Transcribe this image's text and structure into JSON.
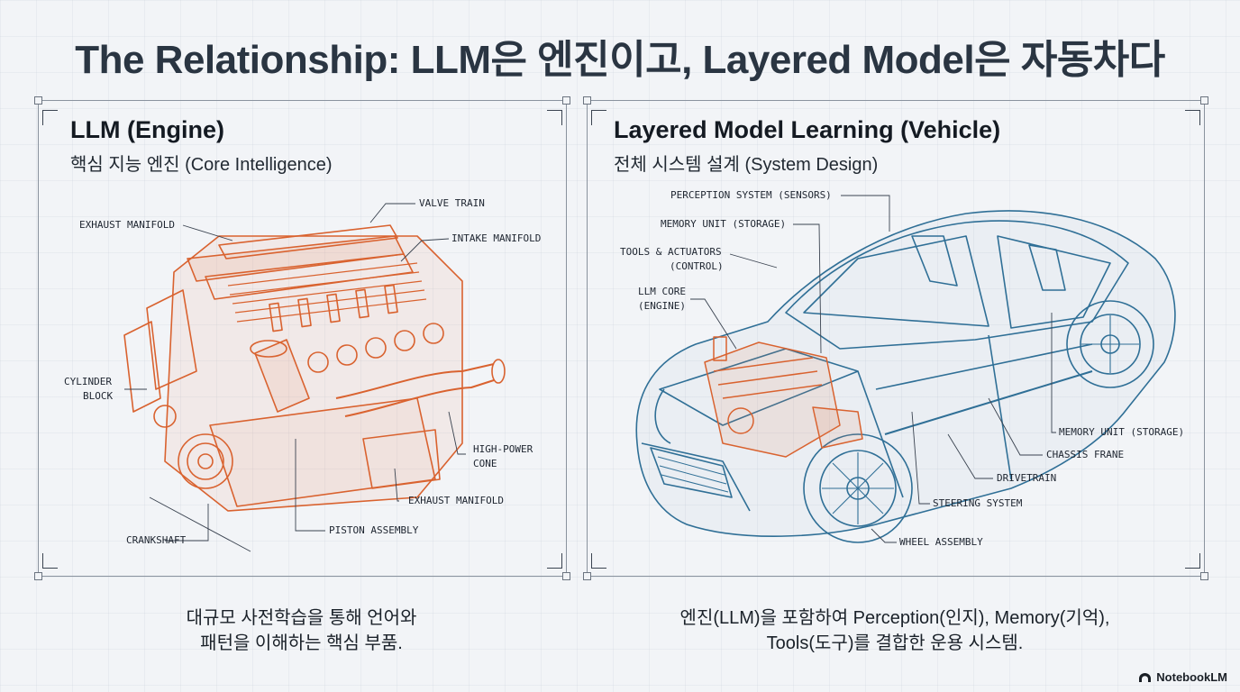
{
  "header": {
    "title": "The Relationship: LLM은 엔진이고, Layered Model은 자동차다"
  },
  "left_panel": {
    "title": "LLM (Engine)",
    "subtitle": "핵심 지능 엔진 (Core Intelligence)",
    "labels": {
      "exhaust_manifold_top": "EXHAUST MANIFOLD",
      "valve_train": "VALVE TRAIN",
      "intake_manifold": "INTAKE MANIFOLD",
      "cylinder_block_1": "CYLINDER",
      "cylinder_block_2": "BLOCK",
      "high_power_1": "HIGH-POWER",
      "high_power_2": "CONE",
      "exhaust_manifold_bottom": "EXHAUST MANIFOLD",
      "piston_assembly": "PISTON ASSEMBLY",
      "crankshaft": "CRANKSHAFT"
    },
    "caption_line1": "대규모 사전학습을 통해 언어와",
    "caption_line2": "패턴을 이해하는 핵심 부품."
  },
  "right_panel": {
    "title": "Layered Model Learning (Vehicle)",
    "subtitle": "전체 시스템 설계 (System Design)",
    "labels": {
      "perception_system": "PERCEPTION SYSTEM (SENSORS)",
      "memory_unit_top": "MEMORY UNIT (STORAGE)",
      "tools_actuators_1": "TOOLS & ACTUATORS",
      "tools_actuators_2": "(CONTROL)",
      "llm_core_1": "LLM CORE",
      "llm_core_2": "(ENGINE)",
      "memory_unit_right": "MEMORY UNIT (STORAGE)",
      "chassis_frame": "CHASSIS FRANE",
      "drivetrain": "DRIVETRAIN",
      "steering_system": "STEERING SYSTEM",
      "wheel_assembly": "WHEEL ASSEMBLY"
    },
    "caption_line1": "엔진(LLM)을 포함하여 Perception(인지), Memory(기억),",
    "caption_line2": "Tools(도구)를 결합한 운용 시스템."
  },
  "footer": {
    "brand": "NotebookLM"
  },
  "colors": {
    "engine": "#d9622f",
    "vehicle": "#2f6f96",
    "text": "#1f2a37"
  }
}
